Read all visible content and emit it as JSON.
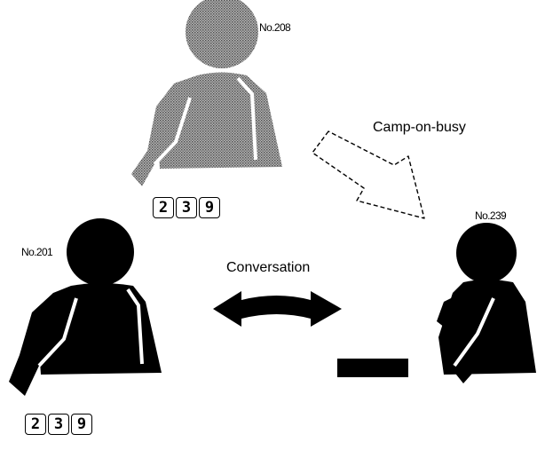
{
  "labels": {
    "ext_208": "No.208",
    "ext_239": "No.239",
    "ext_201": "No.201",
    "camp_on": "Camp-on-busy",
    "conversation": "Conversation"
  },
  "keypads": {
    "caller": [
      "2",
      "3",
      "9"
    ],
    "bottom": [
      "2",
      "3",
      "9"
    ]
  },
  "colors": {
    "figure_dark": "#000000",
    "figure_shaded": "#7a7a7a"
  },
  "icons": [
    "person-208",
    "person-201",
    "person-239",
    "camp-on-arrow",
    "conversation-arrow",
    "telephone-handset"
  ]
}
